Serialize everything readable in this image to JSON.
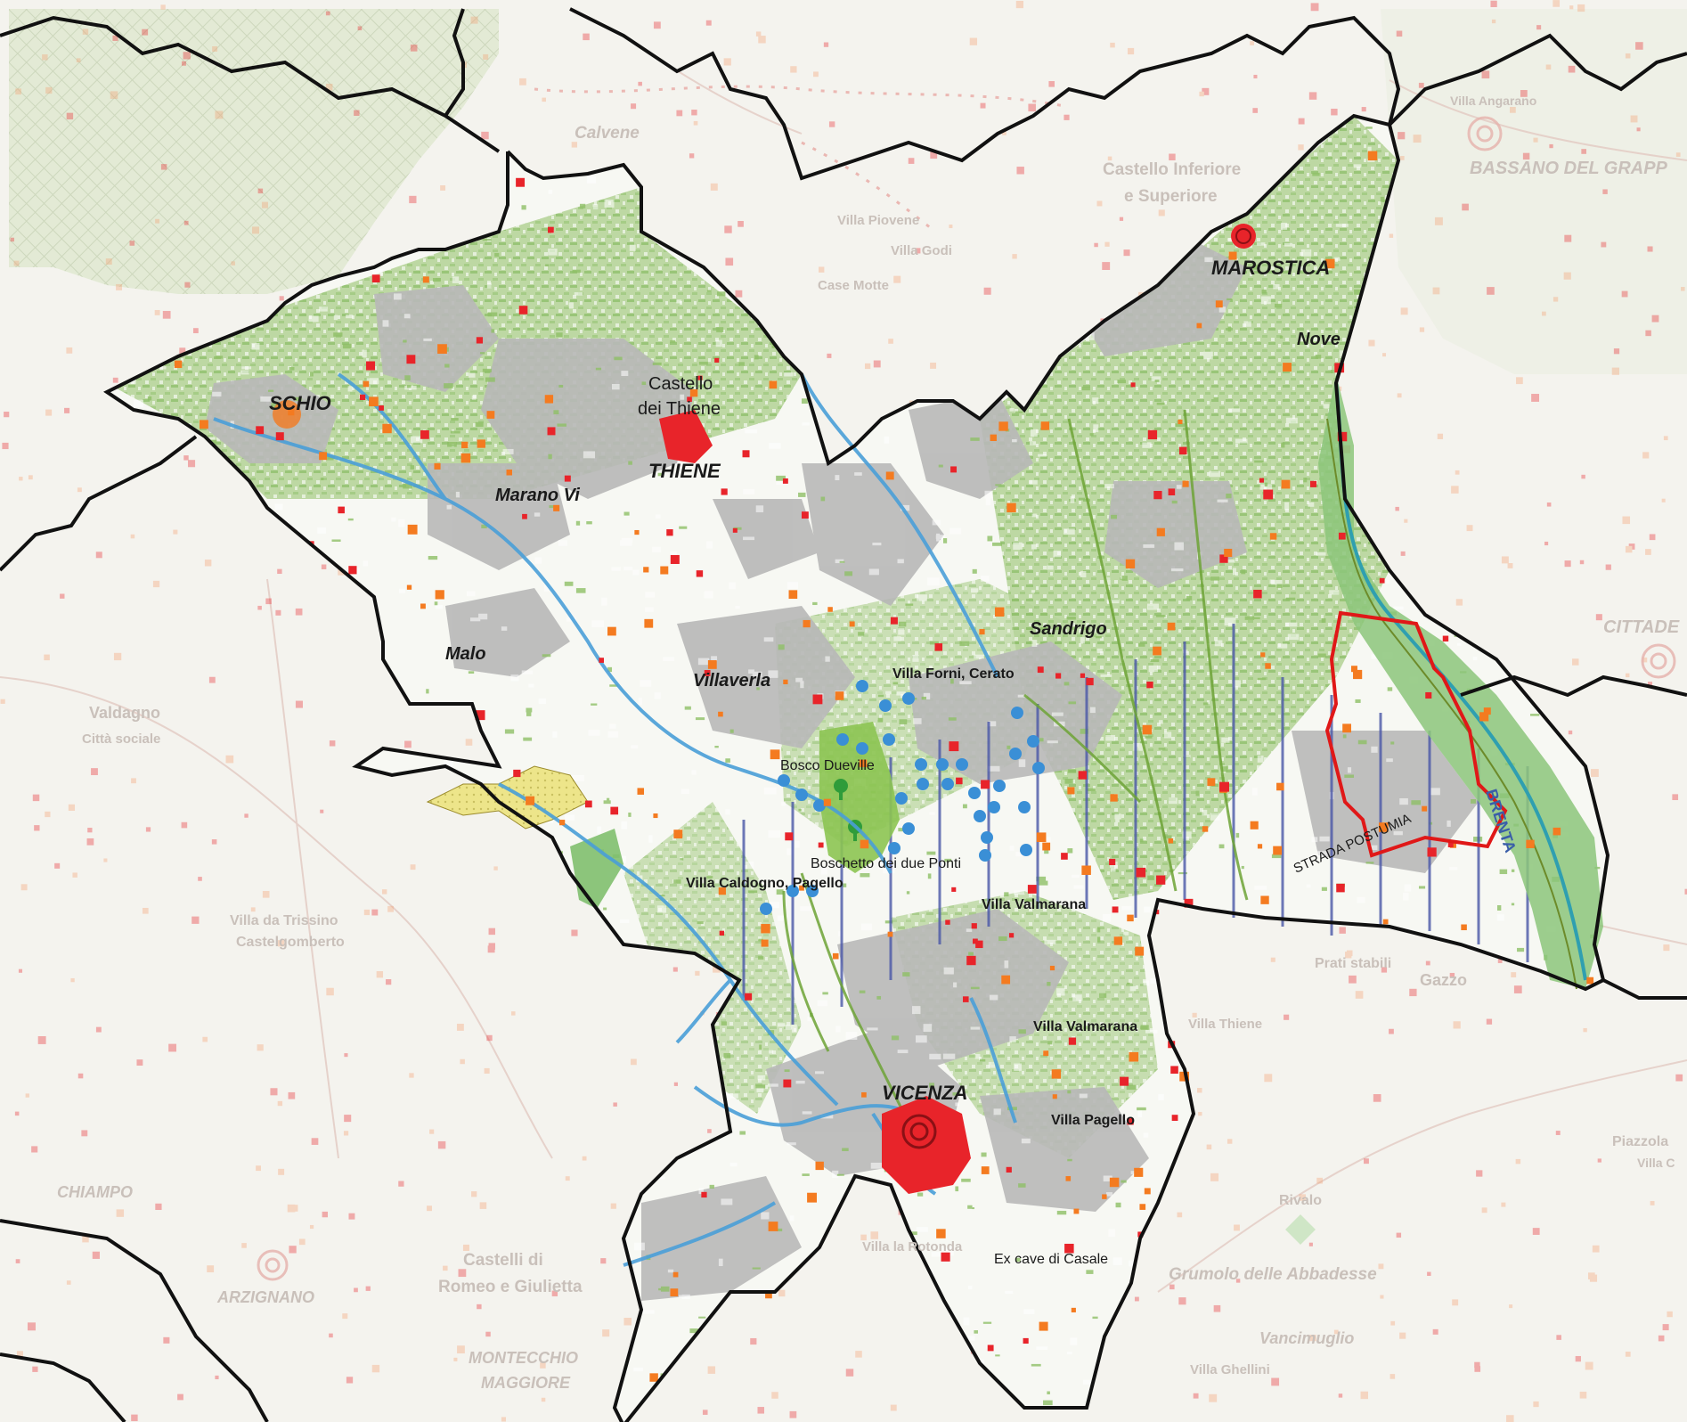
{
  "colors": {
    "background": "#f4f3ee",
    "outside_tint": "#f2efe6",
    "territory_green": "#a9c98a",
    "urban_gray": "#b4b4b4",
    "river_blue": "#4a9fd8",
    "settlement_red": "#e8242a",
    "settlement_orange": "#f47b20",
    "boundary_black": "#111111",
    "highlight_red": "#e01818",
    "stripe_blue": "#4a57a8",
    "spring_blue": "#3a8fd6",
    "yellow_area": "#e9e276",
    "faded_text": "#c9c0ba"
  },
  "labels": {
    "main": {
      "schio": "SCHIO",
      "castello_thiene_1": "Castello",
      "castello_thiene_2": "dei Thiene",
      "thiene": "THIENE",
      "marano": "Marano Vi",
      "malo": "Malo",
      "villaverla": "Villaverla",
      "marostica": "MAROSTICA",
      "nove": "Nove",
      "sandrigo": "Sandrigo",
      "villa_forni": "Villa Forni, Cerato",
      "bosco_dueville": "Bosco Dueville",
      "boschetto": "Boschetto dei due Ponti",
      "villa_caldogno": "Villa Caldogno, Pagello",
      "villa_valmarana_1": "Villa Valmarana",
      "villa_valmarana_2": "Villa Valmarana",
      "vicenza": "VICENZA",
      "villa_pagello": "Villa Pagello",
      "ex_cave": "Ex cave di Casale",
      "strada_postumia": "STRADA POSTUMIA",
      "brenta": "BRENTA"
    },
    "faded": {
      "bassano": "BASSANO DEL GRAPP",
      "cittadella": "CITTADE",
      "castello_inferiore_1": "Castello Inferiore",
      "castello_inferiore_2": "e Superiore",
      "calvene": "Calvene",
      "villa_piovene": "Villa Piovene",
      "villa_godi": "Villa Godi",
      "case_motte": "Case Motte",
      "valdagno_1": "Valdagno",
      "valdagno_2": "Città sociale",
      "villa_da_porto_1": "Villa da Trissino",
      "villa_da_porto_2": "Castelgomberto",
      "chiampo": "CHIAMPO",
      "arzignano": "ARZIGNANO",
      "castelli_1": "Castelli di",
      "castelli_2": "Romeo e Giulietta",
      "montecchio_1": "MONTECCHIO",
      "montecchio_2": "MAGGIORE",
      "grumolo": "Grumolo delle Abbadesse",
      "vancimuglio": "Vancimuglio",
      "villa_ghellini": "Villa Ghellini",
      "prati_stabili": "Prati stabili",
      "gazzo": "Gazzo",
      "villa_thiene": "Villa Thiene",
      "rivalo": "Rivalo",
      "villa_rotonda": "Villa la Rotonda",
      "piazzola_1": "Piazzola",
      "piazzola_2": "Villa C",
      "villa_angarano": "Villa Angarano"
    }
  }
}
